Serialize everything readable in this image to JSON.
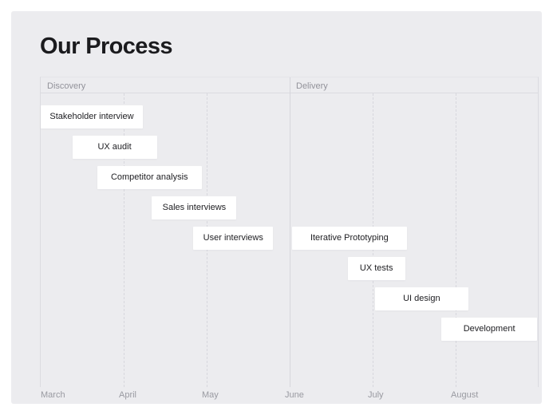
{
  "page": {
    "title": "Our Process"
  },
  "chart_data": {
    "type": "gantt",
    "title": "Our Process",
    "time_unit": "months",
    "months": [
      "March",
      "April",
      "May",
      "June",
      "July",
      "August"
    ],
    "sections": [
      {
        "label": "Discovery",
        "start_month_index": 0
      },
      {
        "label": "Delivery",
        "start_month_index": 3
      }
    ],
    "tasks": [
      {
        "label": "Stakeholder interview",
        "section": "Discovery",
        "row": 0,
        "start": 0.0,
        "end": 1.23
      },
      {
        "label": "UX audit",
        "section": "Discovery",
        "row": 1,
        "start": 0.38,
        "end": 1.4
      },
      {
        "label": "Competitor analysis",
        "section": "Discovery",
        "row": 2,
        "start": 0.68,
        "end": 1.94
      },
      {
        "label": "Sales interviews",
        "section": "Discovery",
        "row": 3,
        "start": 1.34,
        "end": 2.36
      },
      {
        "label": "User interviews",
        "section": "Discovery",
        "row": 4,
        "start": 1.84,
        "end": 2.8
      },
      {
        "label": "Iterative Prototyping",
        "section": "Delivery",
        "row": 4,
        "start": 3.03,
        "end": 4.41
      },
      {
        "label": "UX tests",
        "section": "Delivery",
        "row": 5,
        "start": 3.7,
        "end": 4.39
      },
      {
        "label": "UI design",
        "section": "Delivery",
        "row": 6,
        "start": 4.03,
        "end": 5.15
      },
      {
        "label": "Development",
        "section": "Delivery",
        "row": 7,
        "start": 4.83,
        "end": 5.98
      }
    ],
    "layout_hints": {
      "grid": "vertical-dashed-per-month",
      "section_dividers": "solid",
      "axis": "months-on-bottom"
    },
    "colors": {
      "canvas": "#ECECEF",
      "bar": "#FFFFFF",
      "bar_text": "#1D1D21",
      "grid_dashed": "#D7D7DD",
      "border": "#DBDBE0",
      "muted_text": "#92929A",
      "title_text": "#1B1B1E"
    }
  }
}
